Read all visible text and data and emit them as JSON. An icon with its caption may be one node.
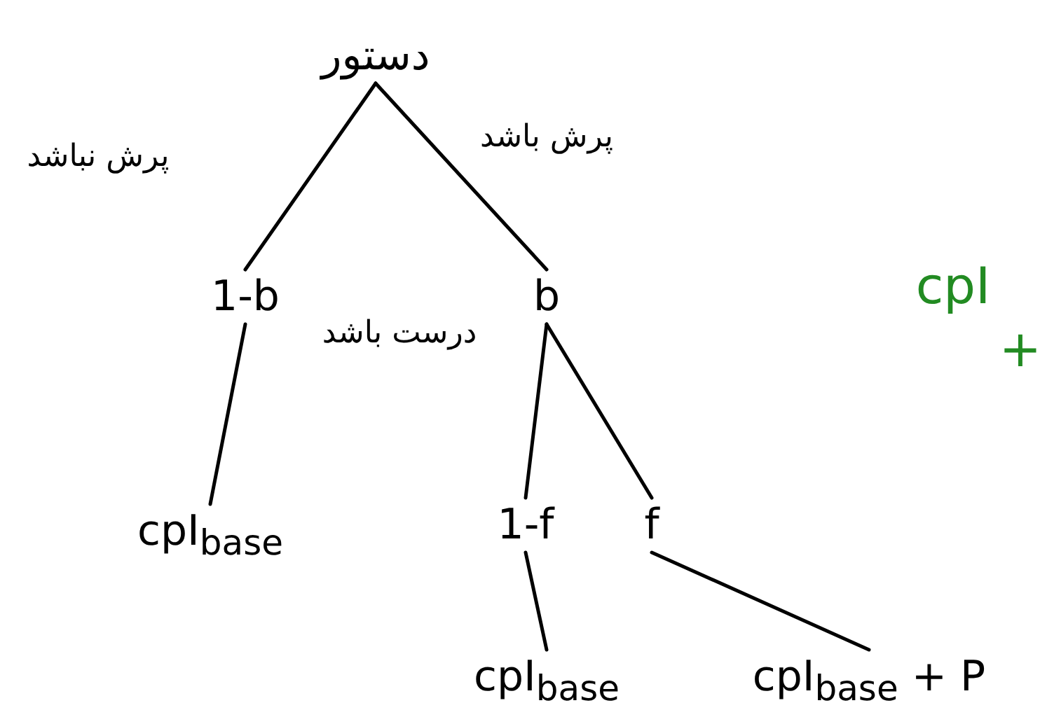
{
  "diagram": {
    "nodes": [
      {
        "text": [
          "دستور"
        ]
      },
      {
        "text": [
          "1-b"
        ]
      },
      {
        "text": [
          "b"
        ]
      },
      {
        "text": [
          "cpI$_{base}$"
        ]
      },
      {
        "text": [
          "1-f"
        ]
      },
      {
        "text": [
          "f"
        ]
      },
      {
        "text": [
          "cpI$_{base}$"
        ]
      },
      {
        "text": [
          "cpI$_{base}$ + P"
        ]
      }
    ],
    "edges": [
      {
        "from": 0,
        "to": 1,
        "arrow": "none",
        "label": "پرش نباشد"
      },
      {
        "from": 0,
        "to": 2,
        "arrow": "none",
        "label": "پرش باشد"
      },
      {
        "from": 1,
        "to": 3,
        "arrow": "none"
      },
      {
        "from": 2,
        "to": 4,
        "arrow": "none",
        "label": "درست باشد"
      },
      {
        "from": 2,
        "to": 5,
        "arrow": "none"
      },
      {
        "from": 4,
        "to": 6,
        "arrow": "none"
      },
      {
        "from": 5,
        "to": 7,
        "arrow": "none"
      }
    ],
    "labels": [
      "cpI",
      "+"
    ]
  }
}
